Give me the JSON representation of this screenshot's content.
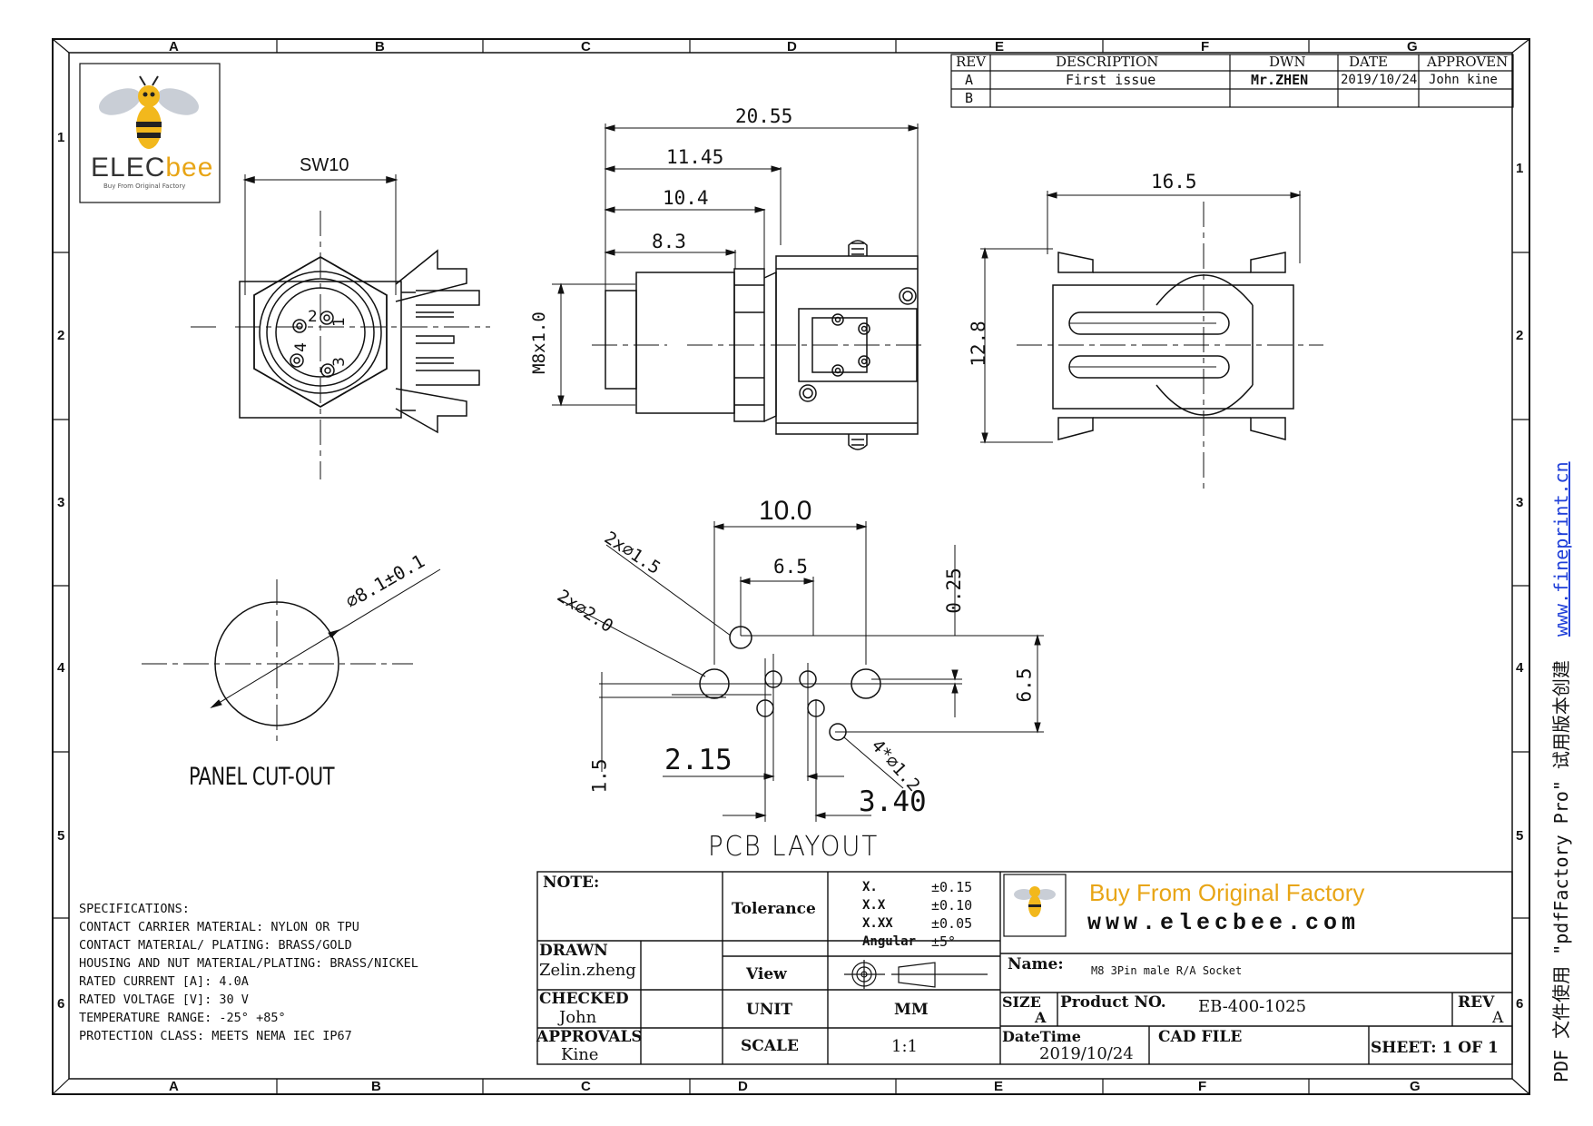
{
  "grid": {
    "columns": [
      "A",
      "B",
      "C",
      "D",
      "E",
      "F",
      "G"
    ],
    "rows": [
      "1",
      "2",
      "3",
      "4",
      "5",
      "6"
    ]
  },
  "logo": {
    "brand_main": "ELEC",
    "brand_accent": "bee",
    "tagline": "Buy From Original Factory",
    "accent_color": "#e8a516"
  },
  "revisions": {
    "headers": {
      "rev": "REV",
      "description": "DESCRIPTION",
      "dwn": "DWN",
      "date": "DATE",
      "approven": "APPROVEN"
    },
    "rows": [
      {
        "rev": "A",
        "description": "First issue",
        "dwn": "Mr.ZHEN",
        "date": "2019/10/24",
        "approven": "John kine"
      },
      {
        "rev": "B",
        "description": "",
        "dwn": "",
        "date": "",
        "approven": ""
      }
    ]
  },
  "front_view": {
    "wrench": "SW10",
    "pins": [
      "1",
      "2",
      "3",
      "4"
    ]
  },
  "side_view": {
    "overall": "20.55",
    "d1": "11.45",
    "d2": "10.4",
    "d3": "8.3",
    "thread": "M8x1.0"
  },
  "back_view": {
    "width": "16.5",
    "height": "12.8"
  },
  "panel_cutout": {
    "diameter": "⌀8.1±0.1",
    "title": "PANEL CUT-OUT"
  },
  "pcb_layout": {
    "title": "PCB LAYOUT",
    "spacing_a": "10.0",
    "spacing_b": "6.5",
    "offset": "0.25",
    "height": "6.5",
    "hole_a": "2x⌀1.5",
    "hole_b": "2x⌀2.0",
    "hole_c": "4*⌀1.2",
    "dim_a": "2.15",
    "dim_b": "3.40",
    "dim_c": "1.5"
  },
  "specifications": [
    "SPECIFICATIONS:",
    "CONTACT CARRIER MATERIAL: NYLON OR TPU",
    "CONTACT MATERIAL/ PLATING: BRASS/GOLD",
    "HOUSING AND NUT MATERIAL/PLATING: BRASS/NICKEL",
    "RATED CURRENT [A]: 4.0A",
    "RATED VOLTAGE [V]: 30 V",
    "TEMPERATURE RANGE: -25° +85°",
    "PROTECTION CLASS: MEETS NEMA IEC IP67"
  ],
  "title_block": {
    "note_label": "NOTE:",
    "drawn_label": "DRAWN",
    "drawn_value": "Zelin.zheng",
    "checked_label": "CHECKED",
    "checked_value": "John",
    "approvals_label": "APPROVALS",
    "approvals_value": "Kine",
    "tolerance_label": "Tolerance",
    "tolerances": [
      {
        "k": "X.",
        "v": "±0.15"
      },
      {
        "k": "X.X",
        "v": "±0.10"
      },
      {
        "k": "X.XX",
        "v": "±0.05"
      },
      {
        "k": "Angular",
        "v": "±5°"
      }
    ],
    "view_label": "View",
    "unit_label": "UNIT",
    "unit_value": "MM",
    "scale_label": "SCALE",
    "scale_value": "1:1",
    "slogan": "Buy From Original Factory",
    "website": "www.elecbee.com",
    "name_label": "Name:",
    "name_value": "M8 3Pin male R/A Socket",
    "size_label": "SIZE",
    "size_value": "A",
    "product_label": "Product NO.",
    "product_value": "EB-400-1025",
    "rev_label": "REV",
    "rev_value": "A",
    "datetime_label": "DateTime",
    "datetime_value": "2019/10/24",
    "cad_label": "CAD FILE",
    "sheet_text": "SHEET: 1 OF 1"
  },
  "side_margin": {
    "link": "www.fineprint.cn",
    "note": "PDF 文件使用 \"pdfFactory Pro\" 试用版本创建",
    "link_color": "#1f3fd8"
  }
}
